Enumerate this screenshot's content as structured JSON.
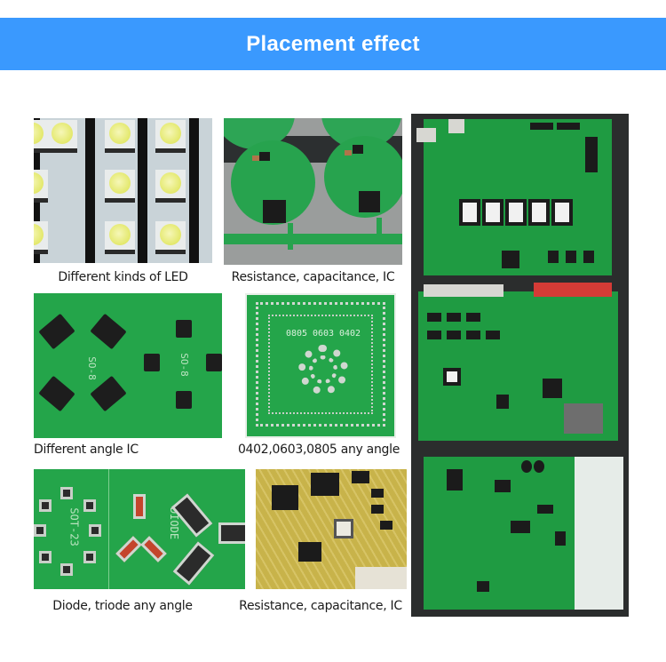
{
  "banner": {
    "title": "Placement effect",
    "background_color": "#3a99fe",
    "text_color": "#ffffff"
  },
  "gallery": {
    "tiles": [
      {
        "caption": "Different kinds of LED",
        "image": "led-array-photo"
      },
      {
        "caption": "Resistance, capacitance, IC",
        "image": "round-pcb-photo"
      },
      {
        "caption": "Different angle IC",
        "image": "angled-ic-photo",
        "silkscreen": [
          "SO-8",
          "SO-8"
        ]
      },
      {
        "caption": "0402,0603,0805 any angle",
        "image": "chip-resistor-ring-photo",
        "silkscreen": [
          "0805",
          "0603",
          "0402"
        ]
      },
      {
        "caption": "Diode, triode any angle",
        "image": "diode-triode-photo",
        "silkscreen": [
          "SOT-23",
          "DIODE"
        ]
      },
      {
        "caption": "Resistance, capacitance, IC",
        "image": "gold-pcb-photo"
      }
    ],
    "right_column": [
      {
        "image": "assembled-pcb-photo-1"
      },
      {
        "image": "assembled-pcb-photo-2"
      },
      {
        "image": "assembled-pcb-photo-3"
      }
    ]
  }
}
